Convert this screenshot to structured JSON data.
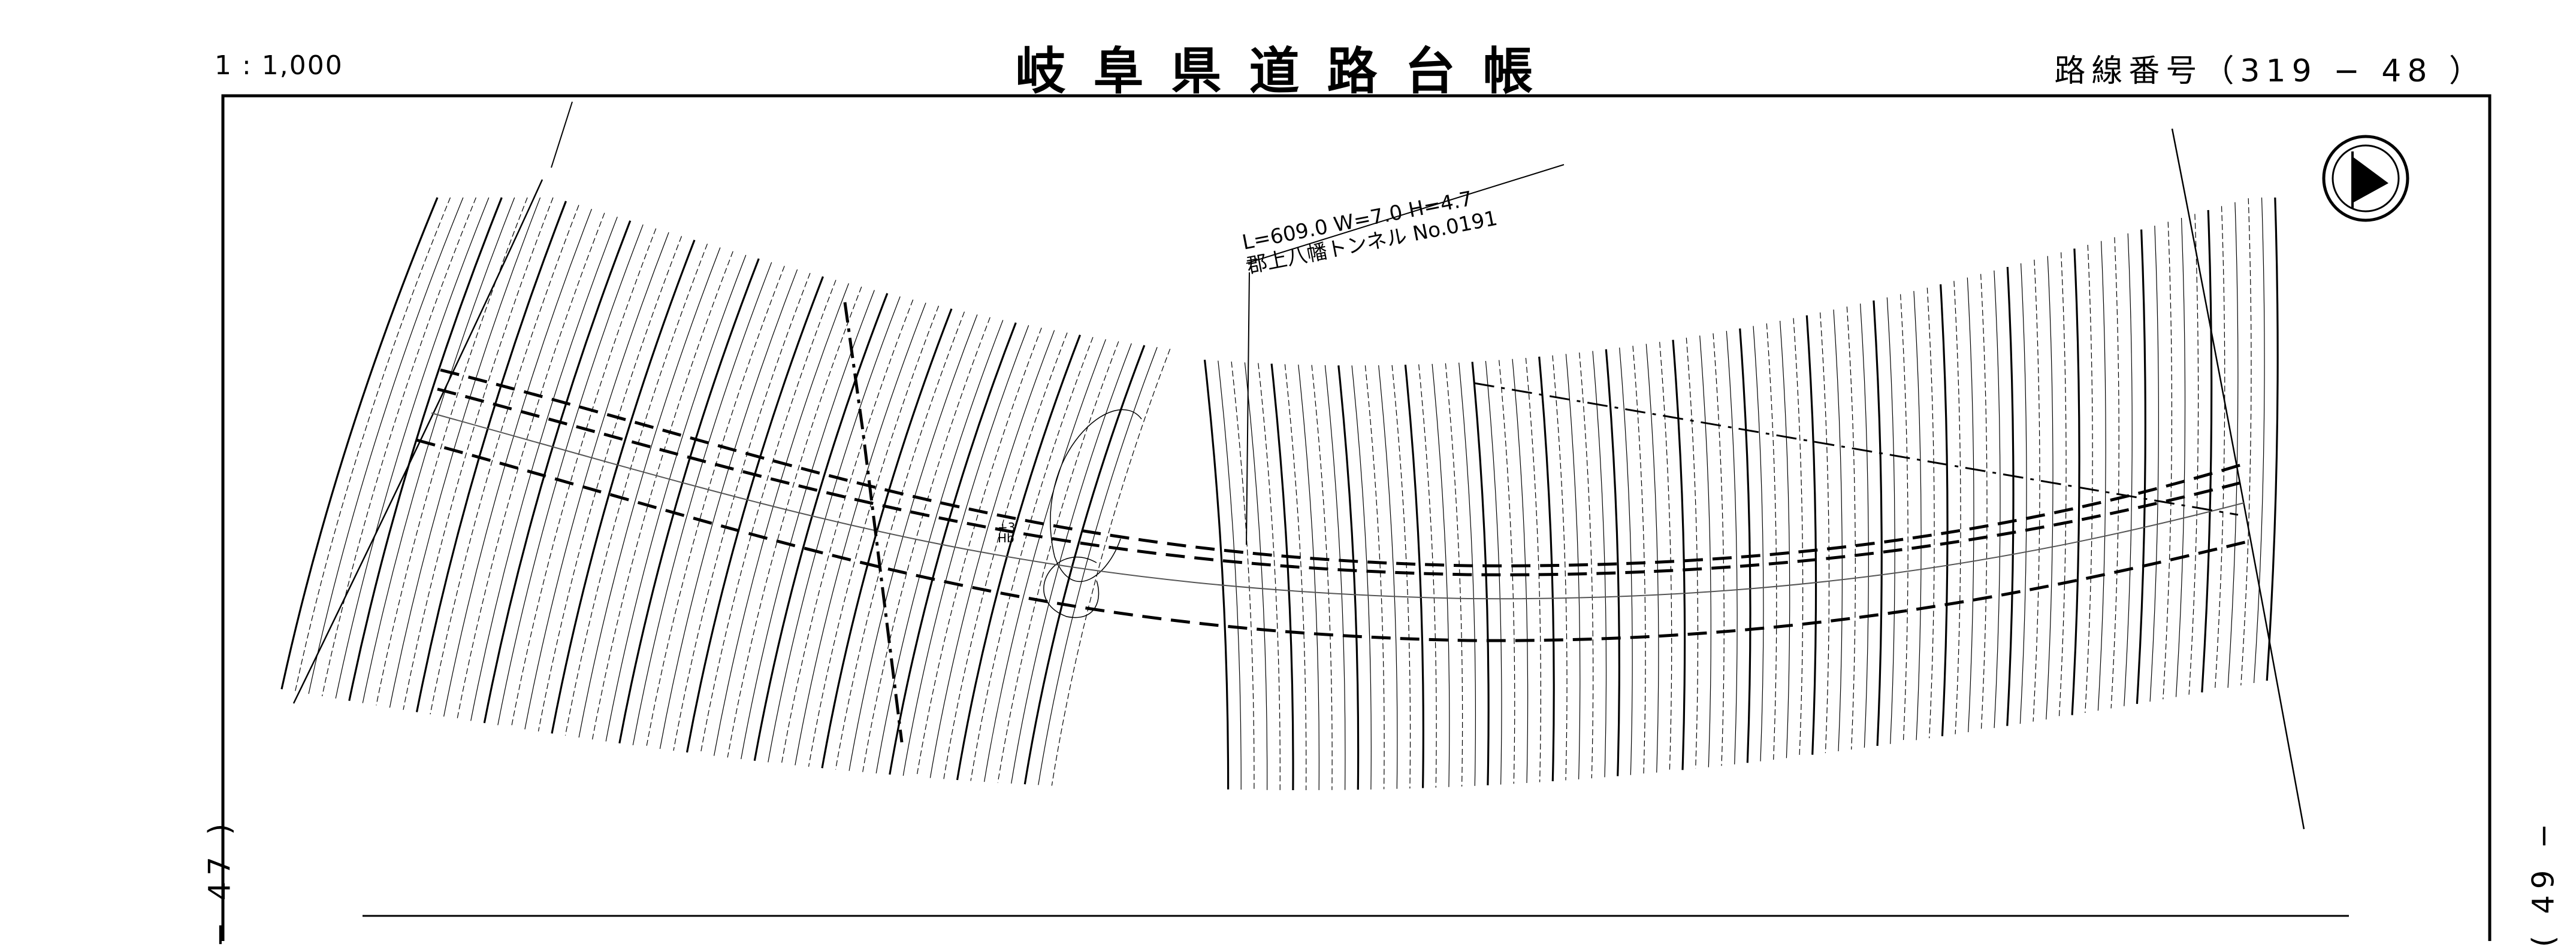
{
  "header": {
    "scale": "1 : 1,000",
    "title": "岐阜県道路台帳",
    "route_number": "路線番号（319 − 48 ）"
  },
  "side_labels": {
    "left": "− 47 )",
    "right": "( 49 −"
  },
  "tunnel": {
    "dimensions": "L=609.0   W=7.0   H=4.7",
    "name": "郡上八幡トンネル   No.0191"
  },
  "marker": {
    "code": "+3",
    "sub": "Hb"
  },
  "icons": {
    "north": "north-arrow-icon"
  }
}
